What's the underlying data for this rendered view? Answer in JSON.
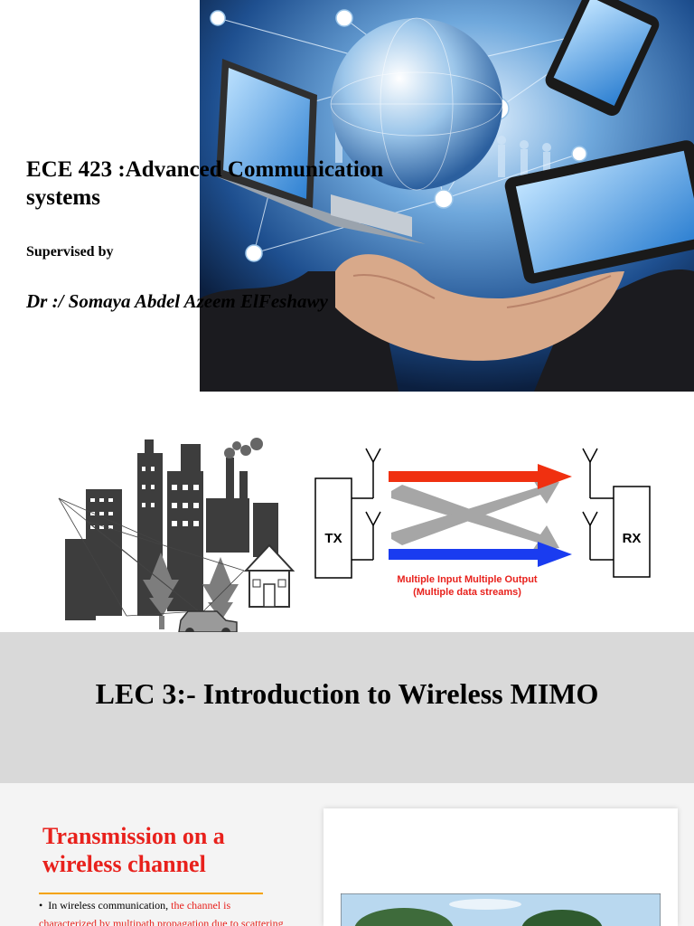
{
  "slide1": {
    "title_line1": "ECE 423 :Advanced Communication",
    "title_line2": "systems",
    "supervised_label": "Supervised by",
    "supervisor": "Dr :/ Somaya Abdel Azeem ElFeshawy"
  },
  "slide2": {
    "mimo": {
      "tx_label": "TX",
      "rx_label": "RX",
      "caption_line1": "Multiple Input Multiple Output",
      "caption_line2": "(Multiple data streams)",
      "colors": {
        "red_stream": "#f03010",
        "blue_stream": "#1a3cf0",
        "gray_stream": "#a6a6a6",
        "caption": "#e8211c"
      }
    }
  },
  "slide3": {
    "title": "LEC 3:- Introduction to Wireless MIMO"
  },
  "slide4": {
    "heading_line1": "Transmission on a",
    "heading_line2": "wireless channel",
    "bullet_prefix": "In wireless communication, ",
    "bullet_red1": "the channel is",
    "bullet_red2": "characterized by multipath propagation due to scattering"
  },
  "colors": {
    "accent_red": "#e8211c",
    "rule_orange": "#f4a300",
    "slide3_bg": "#d9d9d9"
  }
}
